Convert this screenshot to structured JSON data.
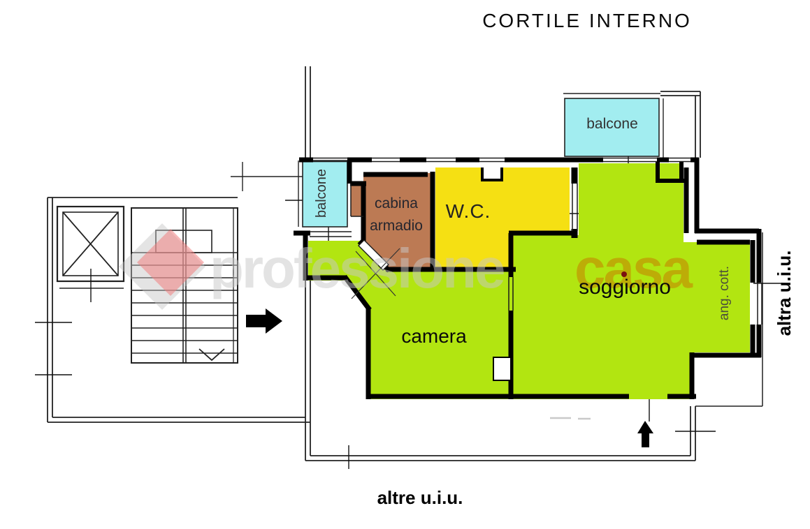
{
  "title": "CORTILE INTERNO",
  "rooms": {
    "balcone_top": {
      "label": "balcone"
    },
    "balcone_left": {
      "label": "balcone"
    },
    "cabina_armadio": {
      "label_line1": "cabina",
      "label_line2": "armadio"
    },
    "wc": {
      "label": "W.C."
    },
    "soggiorno": {
      "label": "soggiorno"
    },
    "ang_cott": {
      "label": "ang. cott."
    },
    "camera": {
      "label": "camera"
    }
  },
  "annotations": {
    "right_unit": "altra u.i.u.",
    "bottom_units": "altre u.i.u."
  },
  "watermark": {
    "part1": "professione",
    "part2": "casa"
  },
  "colors": {
    "wall": "#000000",
    "thin_line": "#222222",
    "floor_green": "#b2e511",
    "wc_yellow": "#f5e013",
    "cabina_brown": "#bc7a54",
    "balcony_cyan": "#a2edf0",
    "label_dark": "#1a1a1a",
    "watermark_gray": "#c8c8c8",
    "watermark_gold": "#c0a306",
    "diamond_pink": "#f08080",
    "diamond_gray": "#c4c4c4",
    "dot_red": "#7a1010"
  }
}
